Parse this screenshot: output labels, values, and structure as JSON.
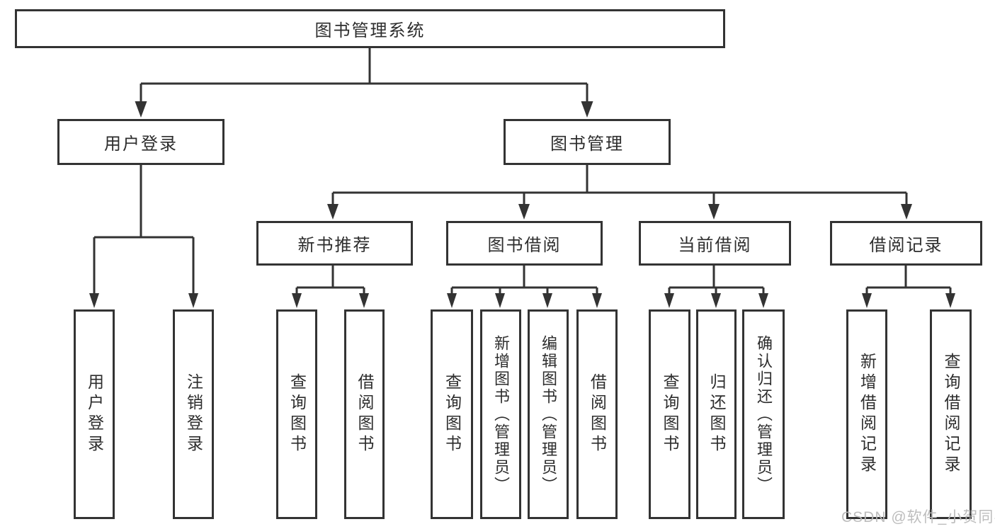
{
  "diagram_type": "hierarchy-tree",
  "watermark": "CSDN @软件_小贺同学",
  "colors": {
    "line": "#333333",
    "box_border": "#333333",
    "box_fill": "#ffffff",
    "text": "#2d2d2d",
    "watermark": "#b9b9b9"
  },
  "tree": {
    "label": "图书管理系统",
    "children": [
      {
        "label": "用户登录",
        "children": [
          {
            "label": "用户登录"
          },
          {
            "label": "注销登录"
          }
        ]
      },
      {
        "label": "图书管理",
        "children": [
          {
            "label": "新书推荐",
            "children": [
              {
                "label": "查询图书"
              },
              {
                "label": "借阅图书"
              }
            ]
          },
          {
            "label": "图书借阅",
            "children": [
              {
                "label": "查询图书"
              },
              {
                "label": "新增图书（管理员）"
              },
              {
                "label": "编辑图书（管理员）"
              },
              {
                "label": "借阅图书"
              }
            ]
          },
          {
            "label": "当前借阅",
            "children": [
              {
                "label": "查询图书"
              },
              {
                "label": "归还图书"
              },
              {
                "label": "确认归还（管理员）"
              }
            ]
          },
          {
            "label": "借阅记录",
            "children": [
              {
                "label": "新增借阅记录"
              },
              {
                "label": "查询借阅记录"
              }
            ]
          }
        ]
      }
    ]
  }
}
